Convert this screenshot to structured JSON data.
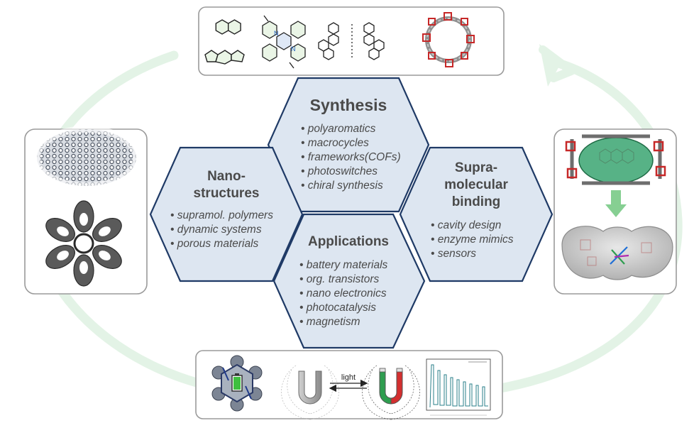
{
  "colors": {
    "hex_fill": "#dde6f1",
    "hex_stroke": "#1f3a66",
    "cycle_arrow": "#e3f3e6",
    "text": "#4a4a4a"
  },
  "hexagons": {
    "synthesis": {
      "title_lines": [
        "Synthesis"
      ],
      "items": [
        "polyaromatics",
        "macrocycles",
        "frameworks(COFs)",
        "photoswitches",
        "chiral synthesis"
      ]
    },
    "nanostructures": {
      "title_lines": [
        "Nano-",
        "structures"
      ],
      "items": [
        "supramol. polymers",
        "dynamic systems",
        "porous materials"
      ]
    },
    "supramolecular": {
      "title_lines": [
        "Supra-",
        "molecular",
        "binding"
      ],
      "items": [
        "cavity design",
        "enzyme mimics",
        "sensors"
      ]
    },
    "applications": {
      "title_lines": [
        "Applications"
      ],
      "items": [
        "battery materials",
        "org. transistors",
        "nano electronics",
        "photocatalysis",
        "magnetism"
      ]
    }
  },
  "bottom_panel": {
    "switch_label": "light"
  },
  "icons": {
    "top": [
      "naphthalene-icon",
      "azulene-icon",
      "indolocarbazole-icon",
      "helicene-icon",
      "macrocycle-icon"
    ],
    "left": [
      "nanotube-icon",
      "flower-assembly-icon"
    ],
    "right": [
      "host-guest-icon",
      "down-arrow-icon",
      "cavity-surface-icon"
    ],
    "bottom": [
      "framework-battery-icon",
      "magnet-icon",
      "magnet-active-icon",
      "decay-plot-icon"
    ]
  }
}
